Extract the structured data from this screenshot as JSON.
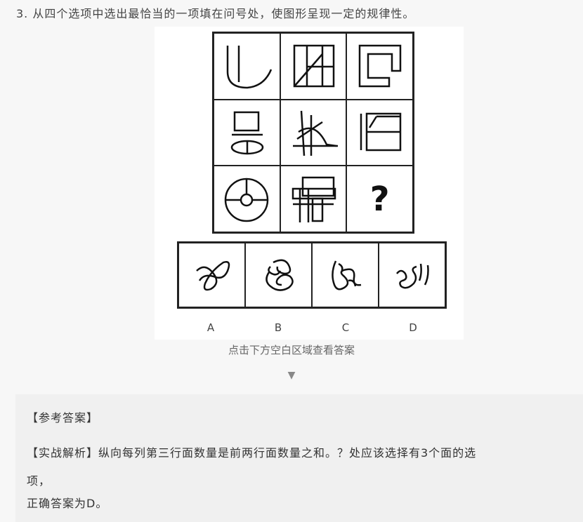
{
  "question": {
    "text": "3. 从四个选项中选出最恰当的一项填在问号处，使图形呈现一定的规律性。"
  },
  "grid": {
    "question_mark": "?"
  },
  "options": [
    {
      "label": "A"
    },
    {
      "label": "B"
    },
    {
      "label": "C"
    },
    {
      "label": "D"
    }
  ],
  "reveal": {
    "hint": "点击下方空白区域查看答案",
    "arrow": "▼"
  },
  "answer": {
    "title": "【参考答案】",
    "analysis_line1": "【实战解析】纵向每列第三行面数量是前两行面数量之和。？处应该选择有3个面的选",
    "analysis_line2": "项，",
    "final": "正确答案为D。"
  }
}
